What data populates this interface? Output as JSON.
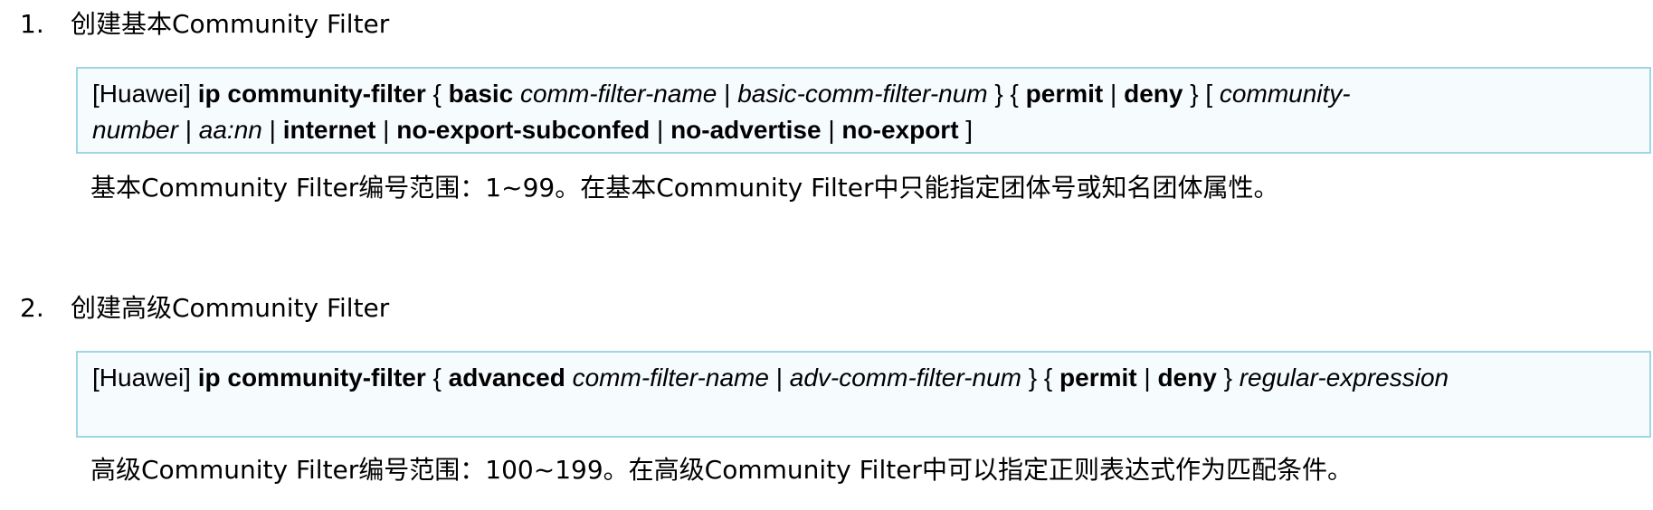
{
  "sections": [
    {
      "number": "1.",
      "title": "创建基本Community Filter",
      "command_line1": [
        {
          "text": "[Huawei] ",
          "style": "normal"
        },
        {
          "text": "ip community-filter",
          "style": "bold"
        },
        {
          "text": " { ",
          "style": "normal"
        },
        {
          "text": "basic",
          "style": "bold"
        },
        {
          "text": " ",
          "style": "normal"
        },
        {
          "text": "comm-filter-name",
          "style": "italic"
        },
        {
          "text": " | ",
          "style": "normal"
        },
        {
          "text": "basic-comm-filter-num",
          "style": "italic"
        },
        {
          "text": " } { ",
          "style": "normal"
        },
        {
          "text": "permit",
          "style": "bold"
        },
        {
          "text": " | ",
          "style": "normal"
        },
        {
          "text": "deny",
          "style": "bold"
        },
        {
          "text": " } [ ",
          "style": "normal"
        },
        {
          "text": "community-",
          "style": "italic"
        }
      ],
      "command_line2": [
        {
          "text": "number",
          "style": "italic"
        },
        {
          "text": " | ",
          "style": "normal"
        },
        {
          "text": "aa:nn",
          "style": "italic"
        },
        {
          "text": " | ",
          "style": "normal"
        },
        {
          "text": "internet",
          "style": "bold"
        },
        {
          "text": " | ",
          "style": "normal"
        },
        {
          "text": "no-export-subconfed",
          "style": "bold"
        },
        {
          "text": " | ",
          "style": "normal"
        },
        {
          "text": "no-advertise",
          "style": "bold"
        },
        {
          "text": " | ",
          "style": "normal"
        },
        {
          "text": "no-export",
          "style": "bold"
        },
        {
          "text": " ]",
          "style": "normal"
        }
      ],
      "description": "基本Community Filter编号范围：1~99。在基本Community Filter中只能指定团体号或知名团体属性。"
    },
    {
      "number": "2.",
      "title": "创建高级Community Filter",
      "command_line1": [
        {
          "text": "[Huawei] ",
          "style": "normal"
        },
        {
          "text": "ip community-filter",
          "style": "bold"
        },
        {
          "text": " { ",
          "style": "normal"
        },
        {
          "text": "advanced",
          "style": "bold"
        },
        {
          "text": " ",
          "style": "normal"
        },
        {
          "text": "comm-filter-name",
          "style": "italic"
        },
        {
          "text": " | ",
          "style": "normal"
        },
        {
          "text": "adv-comm-filter-num",
          "style": "italic"
        },
        {
          "text": " } { ",
          "style": "normal"
        },
        {
          "text": "permit",
          "style": "bold"
        },
        {
          "text": " | ",
          "style": "normal"
        },
        {
          "text": "deny",
          "style": "bold"
        },
        {
          "text": " } ",
          "style": "normal"
        },
        {
          "text": "regular-expression",
          "style": "italic"
        }
      ],
      "command_line2": [],
      "description": "高级Community Filter编号范围：100~199。在高级Community Filter中可以指定正则表达式作为匹配条件。"
    }
  ],
  "colors": {
    "box_border": "#9fd6e6",
    "box_background": "#f6fbfd",
    "text": "#000000"
  }
}
